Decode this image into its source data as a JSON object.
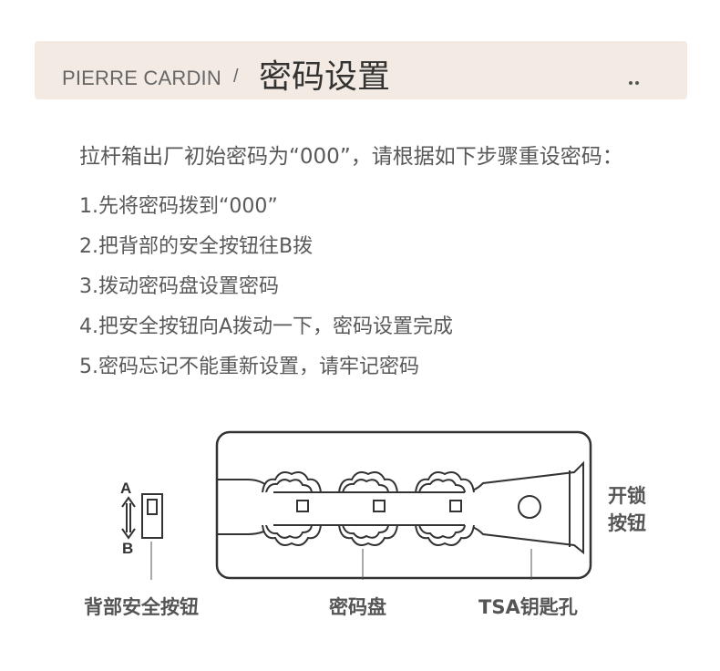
{
  "header": {
    "brand": "PIERRE CARDIN",
    "separator": "/",
    "title": "密码设置"
  },
  "intro": "拉杆箱出厂初始密码为“000”，请根据如下步骤重设密码：",
  "steps": [
    "1.先将密码拨到“000”",
    "2.把背部的安全按钮往B拨",
    "3.拨动密码盘设置密码",
    "4.把安全按钮向A拨动一下，密码设置完成",
    "5.密码忘记不能重新设置，请牢记密码"
  ],
  "diagram": {
    "switch_label_a": "A",
    "switch_label_b": "B",
    "unlock_button_line1": "开锁",
    "unlock_button_line2": "按钮",
    "safety_button_label": "背部安全按钮",
    "dial_label": "密码盘",
    "keyhole_label": "TSA钥匙孔"
  },
  "colors": {
    "header_bg": "#f3ebe3",
    "line": "#333333",
    "text": "#555555"
  }
}
